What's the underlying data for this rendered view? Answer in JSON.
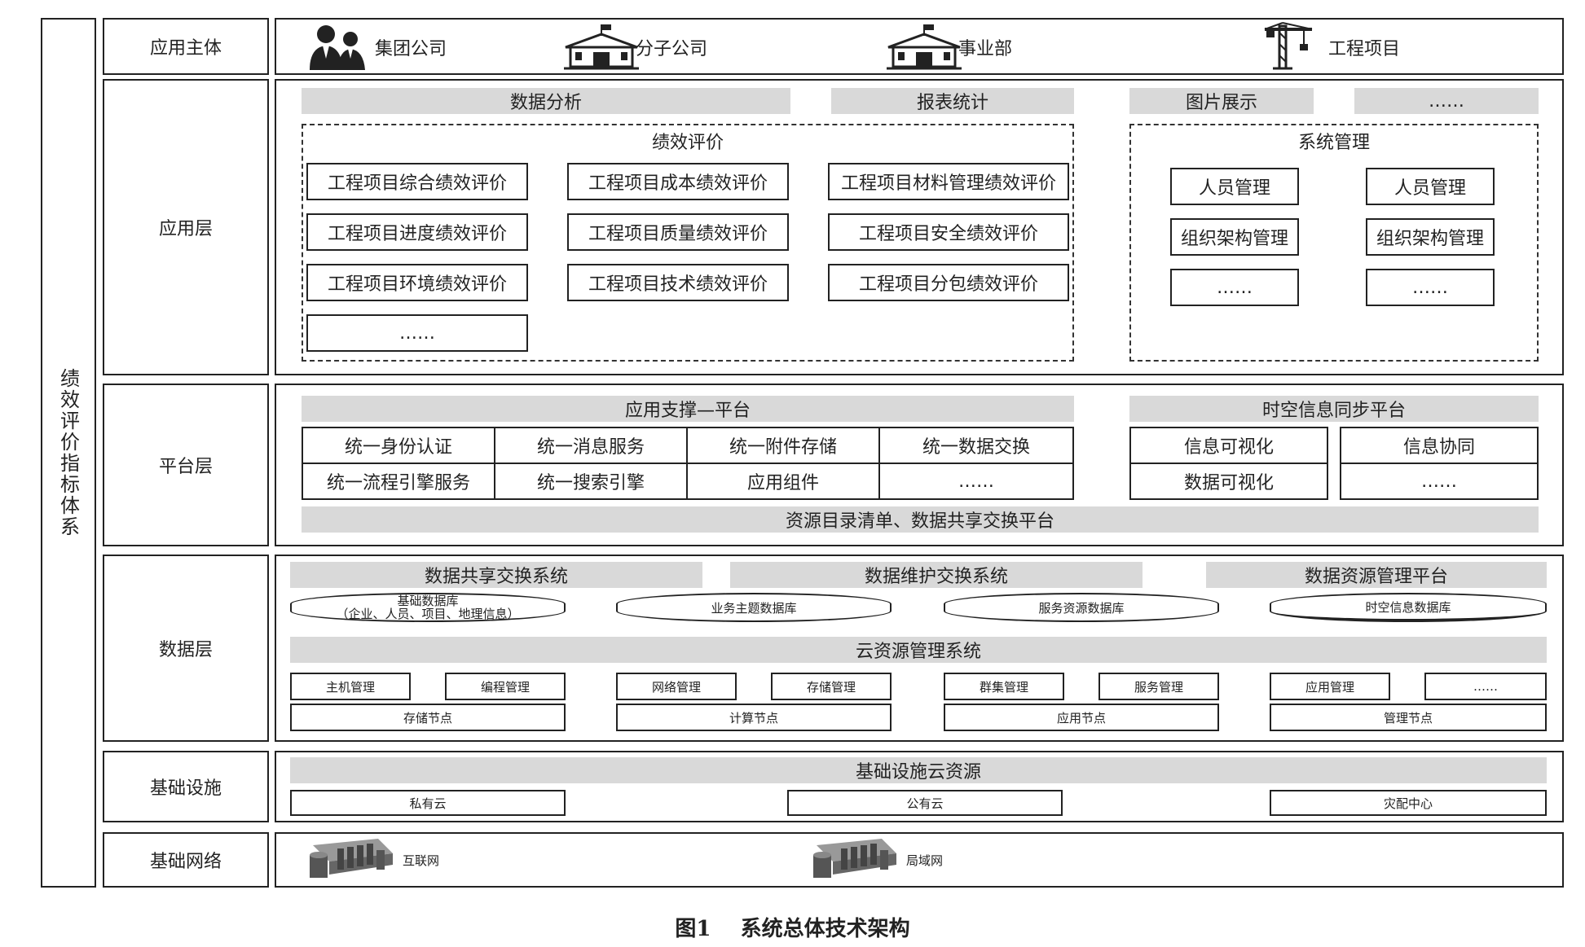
{
  "side_label": "绩效评价指标体系",
  "layers": {
    "subject": "应用主体",
    "app": "应用层",
    "platform": "平台层",
    "data": "数据层",
    "infra": "基础设施",
    "network": "基础网络"
  },
  "subjects": [
    "集团公司",
    "分子公司",
    "事业部",
    "工程项目"
  ],
  "app_layer": {
    "top_bars": [
      "数据分析",
      "报表统计",
      "图片展示",
      "……"
    ],
    "perf_title": "绩效评价",
    "perf_items": [
      "工程项目综合绩效评价",
      "工程项目成本绩效评价",
      "工程项目材料管理绩效评价",
      "工程项目进度绩效评价",
      "工程项目质量绩效评价",
      "工程项目安全绩效评价",
      "工程项目环境绩效评价",
      "工程项目技术绩效评价",
      "工程项目分包绩效评价",
      "……"
    ],
    "sys_title": "系统管理",
    "sys_items": [
      "人员管理",
      "人员管理",
      "组织架构管理",
      "组织架构管理",
      "……",
      "……"
    ]
  },
  "platform_layer": {
    "support_title": "应用支撑—平台",
    "support_items": [
      "统一身份认证",
      "统一消息服务",
      "统一附件存储",
      "统一数据交换",
      "统一流程引擎服务",
      "统一搜索引擎",
      "应用组件",
      "……"
    ],
    "sync_title": "时空信息同步平台",
    "sync_items": [
      "信息可视化",
      "信息协同",
      "数据可视化",
      "……"
    ],
    "bottom_bar": "资源目录清单、数据共享交换平台"
  },
  "data_layer": {
    "systems": [
      "数据共享交换系统",
      "数据维护交换系统",
      "数据资源管理平台"
    ],
    "databases": [
      {
        "line1": "基础数据库",
        "line2": "（企业、人员、项目、地理信息）"
      },
      {
        "line1": "业务主题数据库",
        "line2": ""
      },
      {
        "line1": "服务资源数据库",
        "line2": ""
      },
      {
        "line1": "时空信息数据库",
        "line2": ""
      }
    ],
    "cloud_title": "云资源管理系统",
    "mgmt": [
      "主机管理",
      "编程管理",
      "网络管理",
      "存储管理",
      "群集管理",
      "服务管理",
      "应用管理",
      "……"
    ],
    "nodes": [
      "存储节点",
      "计算节点",
      "应用节点",
      "管理节点"
    ]
  },
  "infra_layer": {
    "title": "基础设施云资源",
    "clouds": [
      "私有云",
      "公有云",
      "灾配中心"
    ]
  },
  "network_layer": {
    "items": [
      "互联网",
      "局域网"
    ]
  },
  "caption": "图1    系统总体技术架构",
  "icons": [
    "people-icon",
    "building-icon",
    "building-icon",
    "crane-icon",
    "server-icon",
    "server-icon"
  ]
}
